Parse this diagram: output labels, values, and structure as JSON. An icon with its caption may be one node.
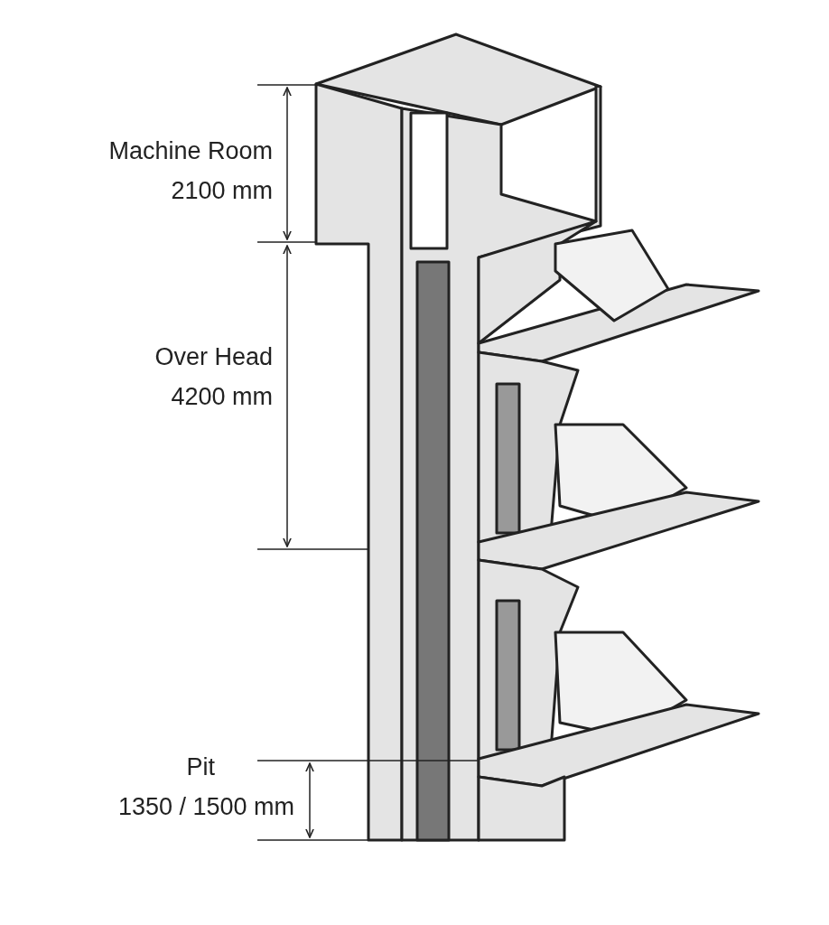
{
  "diagram": {
    "labels": [
      "Machine Room",
      "2100 mm",
      "Over Head",
      "4200 mm",
      "Pit",
      "1350 / 1500 mm"
    ]
  }
}
